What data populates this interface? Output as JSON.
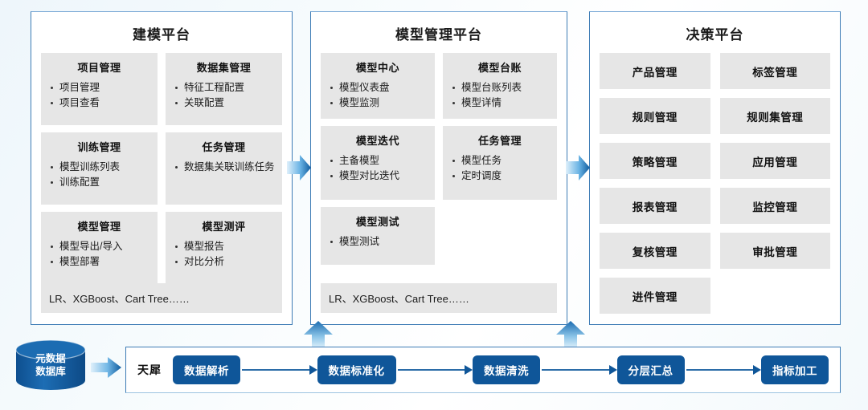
{
  "colors": {
    "panel_border": "#3e7cb5",
    "card_bg": "#e6e6e6",
    "pipeline_blue": "#0f5699",
    "arrow_light": "#cfe8f8",
    "arrow_dark": "#1a6bb0"
  },
  "panels": [
    {
      "id": "modeling",
      "title": "建模平台",
      "cards": [
        {
          "title": "项目管理",
          "items": [
            "项目管理",
            "项目查看"
          ]
        },
        {
          "title": "数据集管理",
          "items": [
            "特征工程配置",
            "关联配置"
          ]
        },
        {
          "title": "训练管理",
          "items": [
            "模型训练列表",
            "训练配置"
          ]
        },
        {
          "title": "任务管理",
          "items": [
            "数据集关联训练任务"
          ]
        },
        {
          "title": "模型管理",
          "items": [
            "模型导出/导入",
            "模型部署"
          ]
        },
        {
          "title": "模型测评",
          "items": [
            "模型报告",
            "对比分析"
          ]
        }
      ],
      "algo_strip": "LR、XGBoost、Cart Tree……"
    },
    {
      "id": "management",
      "title": "模型管理平台",
      "cards": [
        {
          "title": "模型中心",
          "items": [
            "模型仪表盘",
            "模型监测"
          ]
        },
        {
          "title": "模型台账",
          "items": [
            "模型台账列表",
            "模型详情"
          ]
        },
        {
          "title": "模型迭代",
          "items": [
            "主备模型",
            "模型对比迭代"
          ]
        },
        {
          "title": "任务管理",
          "items": [
            "模型任务",
            "定时调度"
          ]
        },
        {
          "title": "模型测试",
          "items": [
            "模型测试"
          ]
        }
      ],
      "algo_strip": "LR、XGBoost、Cart Tree……"
    },
    {
      "id": "decision",
      "title": "决策平台",
      "tiles": [
        "产品管理",
        "标签管理",
        "规则管理",
        "规则集管理",
        "策略管理",
        "应用管理",
        "报表管理",
        "监控管理",
        "复核管理",
        "审批管理",
        "进件管理"
      ]
    }
  ],
  "database": {
    "line1": "元数据",
    "line2": "数据库"
  },
  "pipeline": {
    "label": "天犀",
    "steps": [
      "数据解析",
      "数据标准化",
      "数据清洗",
      "分层汇总",
      "指标加工"
    ]
  }
}
